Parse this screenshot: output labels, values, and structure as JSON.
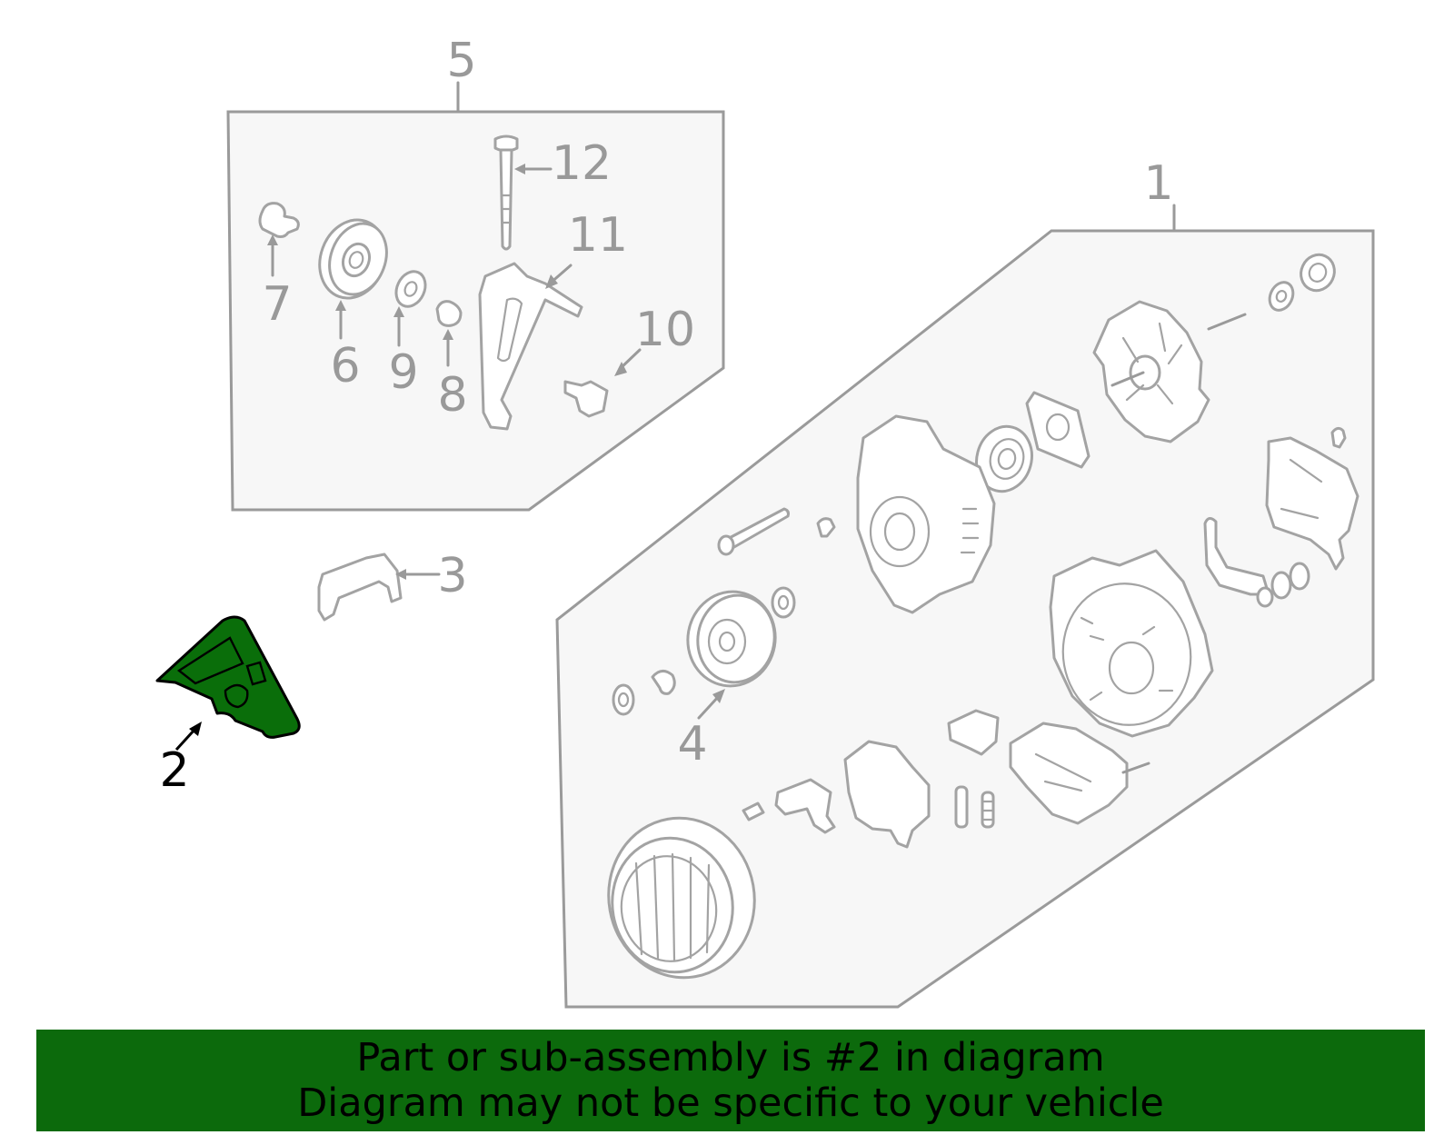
{
  "callouts": {
    "c1": "1",
    "c2": "2",
    "c3": "3",
    "c4": "4",
    "c5": "5",
    "c6": "6",
    "c7": "7",
    "c8": "8",
    "c9": "9",
    "c10": "10",
    "c11": "11",
    "c12": "12"
  },
  "highlight": {
    "part": "2",
    "fill": "#0a6e0a",
    "outline": "#000000"
  },
  "banner": {
    "line1": "Part or sub-assembly is #2 in diagram",
    "line2": "Diagram may not be specific to your vehicle",
    "background": "#0c6a0c"
  }
}
